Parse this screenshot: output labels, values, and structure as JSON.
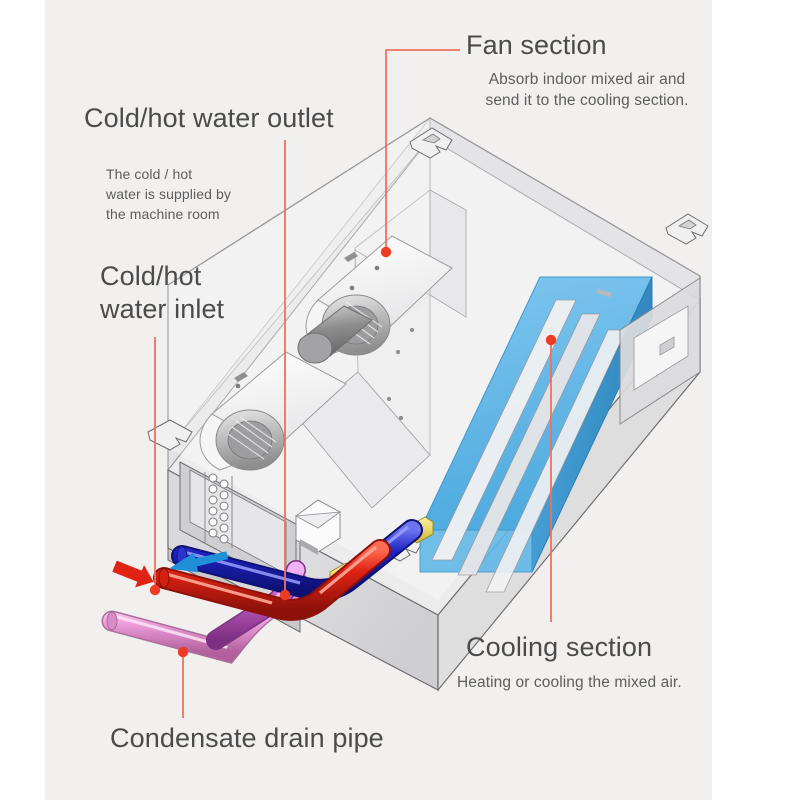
{
  "diagram": {
    "type": "cutaway-isometric-illustration",
    "subject": "ducted fan coil air handling unit",
    "background_color": "#f1f0ef",
    "page_color": "#ffffff",
    "leader_color": "#ef7060",
    "annotations": [
      {
        "id": "fan-section",
        "title": "Fan section",
        "description": "Absorb indoor mixed air and\nsend it to the cooling section.",
        "desc_line1": "Absorb indoor mixed air and",
        "desc_line2": "send it to the cooling section.",
        "target": "centrifugal blower assembly",
        "leader": "elbow-right-to-down",
        "dot": [
          386,
          253
        ]
      },
      {
        "id": "cold-hot-water-outlet",
        "title": "Cold/hot water outlet",
        "description": "The cold / hot\nwater is supplied by\nthe machine room",
        "desc_line1": "The cold / hot",
        "desc_line2": "water is supplied by",
        "desc_line3": "the machine room",
        "target": "violet outlet pipe",
        "leader": "vertical",
        "dot": [
          285,
          595
        ]
      },
      {
        "id": "cold-hot-water-inlet",
        "title_line1": "Cold/hot",
        "title_line2": "water inlet",
        "title": "Cold/hot water inlet",
        "target": "red inlet pipe",
        "leader": "vertical",
        "dot": [
          155,
          590
        ]
      },
      {
        "id": "cooling-section",
        "title": "Cooling section",
        "description": "Heating or cooling the mixed air.",
        "desc_line1": "Heating or cooling the mixed air.",
        "target": "blue finned heat-exchanger coil",
        "leader": "vertical",
        "dot": [
          551,
          340
        ]
      },
      {
        "id": "condensate-drain-pipe",
        "title": "Condensate drain pipe",
        "target": "pink drain pipe",
        "leader": "vertical",
        "dot": [
          183,
          652
        ]
      }
    ],
    "parts": {
      "casing": {
        "name": "sheet metal casing",
        "color": "#d8d8da"
      },
      "coil": {
        "name": "cooling / heating coil",
        "color": "#5fb6e8",
        "accent": "#2f8fc9"
      },
      "blower_a": {
        "name": "centrifugal blower 1",
        "color": "#fafafa"
      },
      "blower_b": {
        "name": "centrifugal blower 2",
        "color": "#fafafa"
      },
      "motor": {
        "name": "fan motor",
        "color": "#9a9a9a"
      },
      "pipe_inlet": {
        "name": "cold/hot water inlet pipe",
        "color": "#e02314"
      },
      "pipe_outlet_blue": {
        "name": "cold/hot water return pipe",
        "color": "#1d24c4"
      },
      "pipe_violet": {
        "name": "cold/hot water outlet pipe",
        "color": "#c660c8"
      },
      "pipe_drain": {
        "name": "condensate drain pipe",
        "color": "#efa0dc"
      },
      "valve_fitting": {
        "name": "brass union fitting",
        "color": "#e8d24a"
      },
      "hanger_bracket": {
        "name": "z-shaped hanging bracket",
        "color": "#e9e9e9"
      },
      "filter": {
        "name": "return air filter / heat exchanger detail",
        "color": "#cfcfd1"
      }
    },
    "flow_arrows": [
      {
        "id": "inlet-arrow",
        "color": "#e02314",
        "direction": "down-right",
        "meaning": "water in"
      },
      {
        "id": "outlet-arrow",
        "color": "#1f8fd6",
        "direction": "up-left",
        "meaning": "water out"
      }
    ]
  }
}
